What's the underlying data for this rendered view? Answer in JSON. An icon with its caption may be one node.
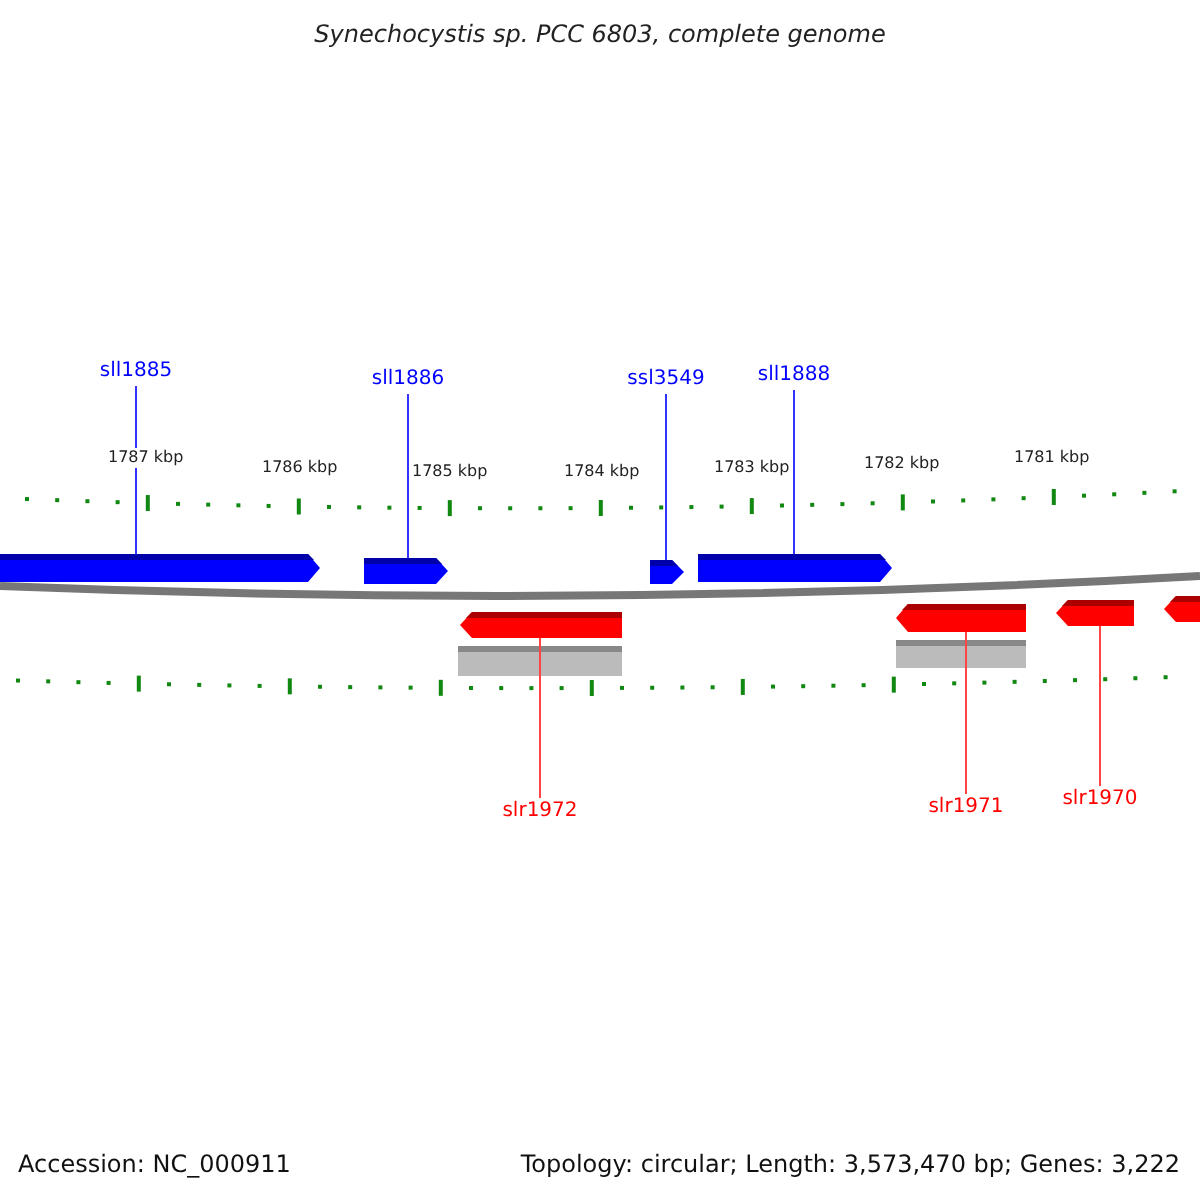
{
  "diagram": {
    "title": "Synechocystis sp. PCC 6803, complete genome",
    "nodes": [
      {
        "text": [
          "sll1885"
        ]
      },
      {
        "text": [
          "sll1886"
        ]
      },
      {
        "text": [
          "ssl3549"
        ]
      },
      {
        "text": [
          "sll1888"
        ]
      },
      {
        "text": [],
        "shape": "bar"
      },
      {
        "text": [],
        "shape": "bar"
      },
      {
        "text": [],
        "shape": "bar"
      },
      {
        "text": [],
        "shape": "bar"
      },
      {
        "text": [],
        "shape": "bar"
      },
      {
        "text": [],
        "shape": "bar"
      },
      {
        "text": [],
        "shape": "bar"
      },
      {
        "text": [],
        "shape": "bar"
      },
      {
        "text": [
          "slr1972"
        ]
      },
      {
        "text": [
          "slr1971"
        ]
      },
      {
        "text": [
          "slr1970"
        ]
      }
    ],
    "edges": [
      {
        "from": 0,
        "to": 4,
        "arrow": "none",
        "color": "#3333ff"
      },
      {
        "from": 1,
        "to": 5,
        "arrow": "none",
        "color": "#3333ff"
      },
      {
        "from": 2,
        "to": 6,
        "arrow": "none",
        "color": "#3333ff"
      },
      {
        "from": 3,
        "to": 7,
        "arrow": "none",
        "color": "#3333ff"
      },
      {
        "from": 12,
        "to": 8,
        "arrow": "none",
        "color": "#ff4444"
      },
      {
        "from": 13,
        "to": 9,
        "arrow": "none",
        "color": "#ff4444"
      },
      {
        "from": 14,
        "to": 10,
        "arrow": "none",
        "color": "#ff4444"
      }
    ],
    "labels": [
      "1787 kbp",
      "1786 kbp",
      "1785 kbp",
      "1784 kbp",
      "1783 kbp",
      "1782 kbp",
      "1781 kbp",
      "Accession: NC_000911",
      "Topology: circular; Length: 3,573,470 bp; Genes: 3,222"
    ]
  }
}
